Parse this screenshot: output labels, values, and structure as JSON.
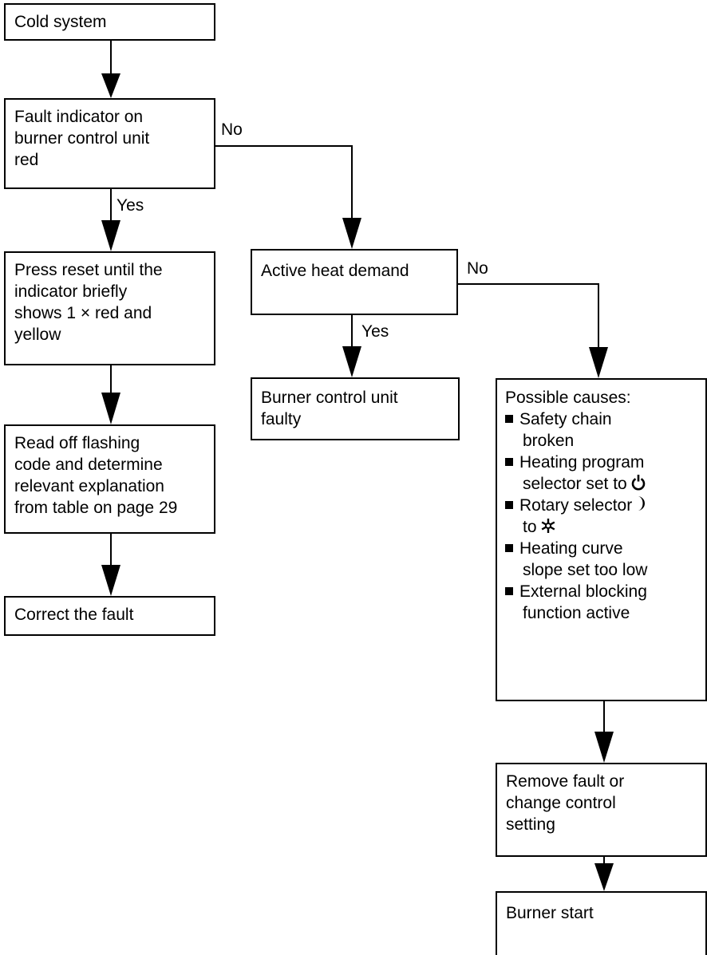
{
  "nodes": {
    "cold_system": [
      "Cold system"
    ],
    "fault_indicator": [
      "Fault indicator on",
      "burner control unit",
      "red"
    ],
    "press_reset": [
      "Press reset until the",
      "indicator briefly",
      "shows 1 × red and",
      "yellow"
    ],
    "read_code": [
      "Read off flashing",
      "code and determine",
      "relevant explanation",
      "from table on page 29"
    ],
    "correct_fault": [
      "Correct the fault"
    ],
    "active_heat": [
      "Active heat demand"
    ],
    "burner_faulty": [
      "Burner control unit",
      "faulty"
    ],
    "possible_causes": {
      "title": "Possible causes:",
      "items": [
        [
          "Safety chain",
          "broken"
        ],
        [
          "Heating program",
          "selector set to"
        ],
        [
          "Rotary selector",
          "to"
        ],
        [
          "Heating curve",
          "slope set too low"
        ],
        [
          "External blocking",
          "function active"
        ]
      ]
    },
    "remove_fault": [
      "Remove fault or",
      "change control",
      "setting"
    ],
    "burner_start": [
      "Burner start"
    ]
  },
  "edge_labels": {
    "fault_no": "No",
    "fault_yes": "Yes",
    "heat_no": "No",
    "heat_yes": "Yes"
  },
  "icons": [
    "standby-power-icon",
    "moon-icon",
    "snowflake-icon"
  ]
}
